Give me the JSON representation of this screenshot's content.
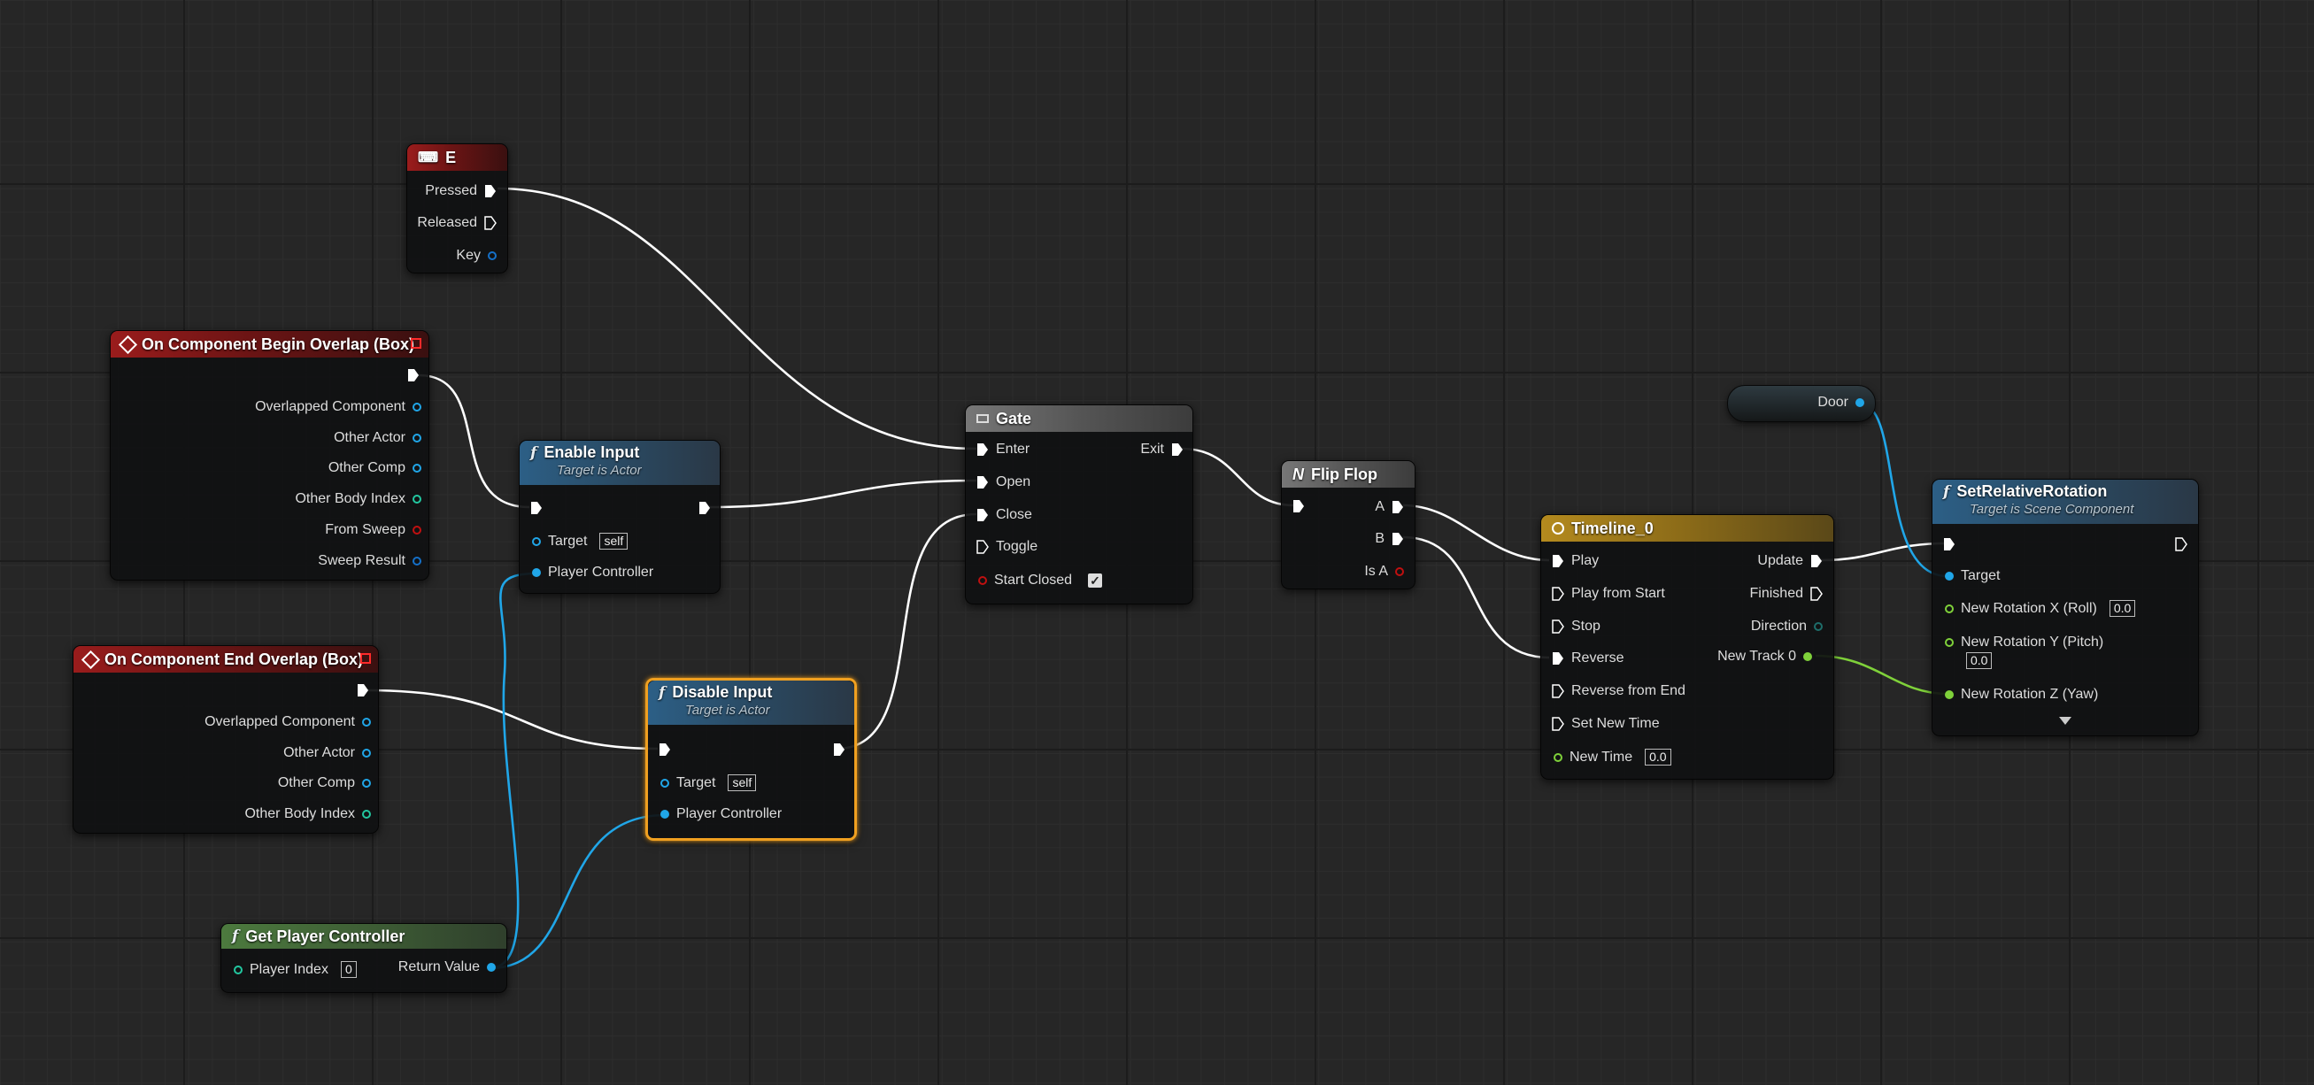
{
  "colors": {
    "exec": "#ffffff",
    "object": "#20a6e8",
    "struct": "#1570c8",
    "bool": "#c01010",
    "int": "#22c7a0",
    "float": "#7fd13a",
    "selected": "#f0a020"
  },
  "nodes": {
    "key_e": {
      "title": "E",
      "icon": "keyboard-icon",
      "pins": {
        "pressed": "Pressed",
        "released": "Released",
        "key": "Key"
      }
    },
    "begin_overlap": {
      "title": "On Component Begin Overlap (Box)",
      "icon": "event-diamond-icon",
      "pins": [
        "Overlapped Component",
        "Other Actor",
        "Other Comp",
        "Other Body Index",
        "From Sweep",
        "Sweep Result"
      ]
    },
    "end_overlap": {
      "title": "On Component End Overlap (Box)",
      "icon": "event-diamond-icon",
      "pins": [
        "Overlapped Component",
        "Other Actor",
        "Other Comp",
        "Other Body Index"
      ]
    },
    "enable_input": {
      "title": "Enable Input",
      "subtitle": "Target is Actor",
      "target": "Target",
      "target_value": "self",
      "player_controller": "Player Controller"
    },
    "disable_input": {
      "title": "Disable Input",
      "subtitle": "Target is Actor",
      "target": "Target",
      "target_value": "self",
      "player_controller": "Player Controller"
    },
    "get_player_controller": {
      "title": "Get Player Controller",
      "player_index": "Player Index",
      "player_index_value": "0",
      "return_value": "Return Value"
    },
    "gate": {
      "title": "Gate",
      "enter": "Enter",
      "open": "Open",
      "close": "Close",
      "toggle": "Toggle",
      "start_closed": "Start Closed",
      "start_closed_checked": true,
      "exit": "Exit"
    },
    "flip_flop": {
      "title": "Flip Flop",
      "a": "A",
      "b": "B",
      "is_a": "Is A"
    },
    "timeline": {
      "title": "Timeline_0",
      "inputs": [
        "Play",
        "Play from Start",
        "Stop",
        "Reverse",
        "Reverse from End",
        "Set New Time"
      ],
      "new_time": "New Time",
      "new_time_value": "0.0",
      "update": "Update",
      "finished": "Finished",
      "direction": "Direction",
      "new_track": "New Track 0"
    },
    "door": {
      "label": "Door"
    },
    "set_relative_rotation": {
      "title": "SetRelativeRotation",
      "subtitle": "Target is Scene Component",
      "target": "Target",
      "roll": "New Rotation X (Roll)",
      "roll_value": "0.0",
      "pitch": "New Rotation Y (Pitch)",
      "pitch_value": "0.0",
      "yaw": "New Rotation Z (Yaw)"
    }
  }
}
